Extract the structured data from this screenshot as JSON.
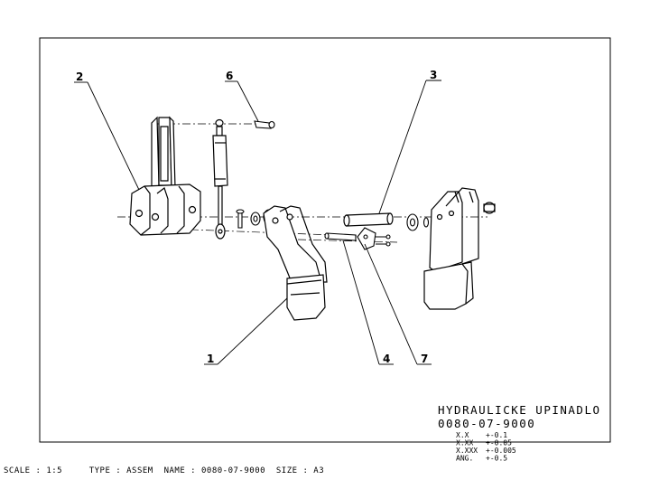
{
  "title_block": {
    "title": "HYDRAULICKE UPINADLO",
    "number": "0080-07-9000",
    "tolerances": [
      {
        "label": "X.X",
        "value": "+-0.1"
      },
      {
        "label": "X.XX",
        "value": "+-0.05"
      },
      {
        "label": "X.XXX",
        "value": "+-0.005"
      },
      {
        "label": "ANG.",
        "value": "+-0.5"
      }
    ]
  },
  "footer": {
    "scale": "SCALE : 1:5",
    "type": "TYPE : ASSEM",
    "name": "NAME : 0080-07-9000",
    "size": "SIZE : A3"
  },
  "callouts": [
    "2",
    "6",
    "3",
    "1",
    "4",
    "7"
  ]
}
